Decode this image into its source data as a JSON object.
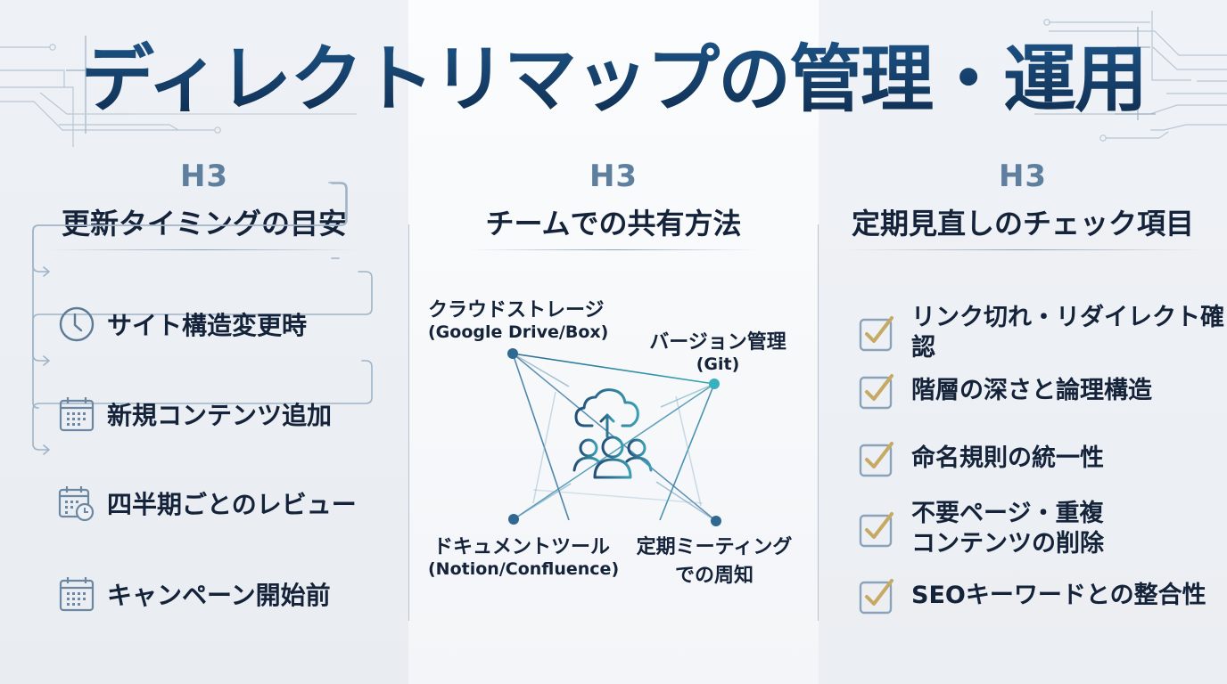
{
  "title": "ディレクトリマップの管理・運用",
  "colors": {
    "title_dark": "#0f2b4d",
    "title_light": "#1d5486",
    "h3_label": "#5f7f9e",
    "text": "#14233a",
    "icon_stroke": "#5d7a96",
    "accent_teal": "#3aa6b5",
    "check_gold": "#c6a962"
  },
  "columns": [
    {
      "h3": "H3",
      "title": "更新タイミングの目安",
      "items": [
        {
          "icon": "clock-icon",
          "label": "サイト構造変更時"
        },
        {
          "icon": "calendar-icon",
          "label": "新規コンテンツ追加"
        },
        {
          "icon": "calendar-clock-icon",
          "label": "四半期ごとのレビュー"
        },
        {
          "icon": "calendar-icon",
          "label": "キャンペーン開始前"
        }
      ]
    },
    {
      "h3": "H3",
      "title": "チームでの共有方法",
      "center_icon": "cloud-upload-team-icon",
      "nodes": [
        {
          "label": "クラウドストレージ",
          "sub": "(Google Drive/Box)"
        },
        {
          "label": "バージョン管理",
          "sub": "(Git)"
        },
        {
          "label": "ドキュメントツール",
          "sub": "(Notion/Confluence)"
        },
        {
          "label": "定期ミーティング",
          "sub": "での周知"
        }
      ]
    },
    {
      "h3": "H3",
      "title": "定期見直しのチェック項目",
      "items": [
        {
          "icon": "checkbox-checked-icon",
          "label": "リンク切れ・リダイレクト確認"
        },
        {
          "icon": "checkbox-checked-icon",
          "label": "階層の深さと論理構造"
        },
        {
          "icon": "checkbox-checked-icon",
          "label": "命名規則の統一性"
        },
        {
          "icon": "checkbox-checked-icon",
          "label": "不要ページ・重複",
          "label2": "コンテンツの削除"
        },
        {
          "icon": "checkbox-checked-icon",
          "label": "SEOキーワードとの整合性"
        }
      ]
    }
  ]
}
